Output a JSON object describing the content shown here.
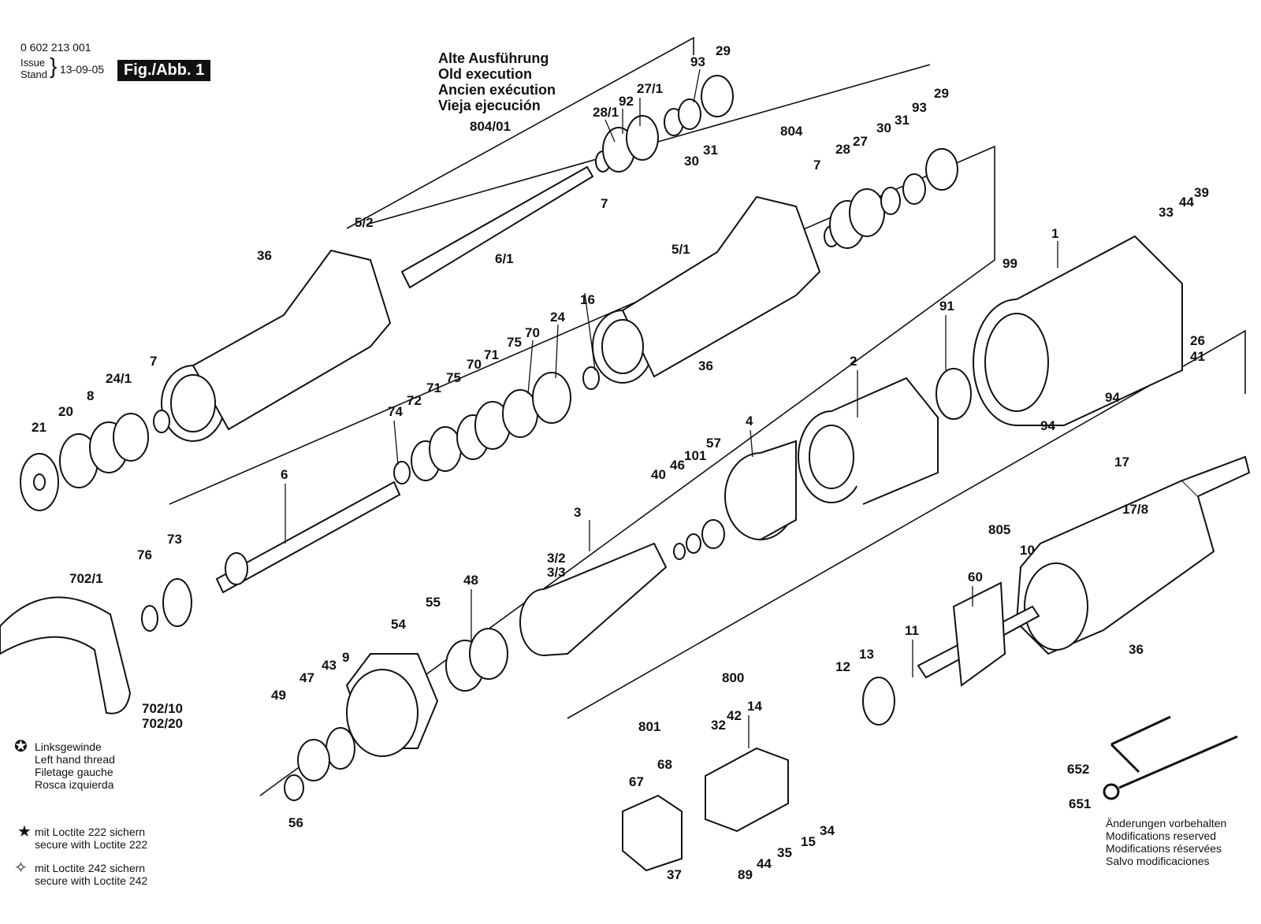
{
  "header": {
    "part_number": "0 602 213 001",
    "issue_label": "Issue",
    "stand_label": "Stand",
    "date": "13-09-05",
    "figure_label": "Fig./Abb. 1"
  },
  "old_execution": {
    "lines": [
      "Alte Ausführung",
      "Old execution",
      "Ancien exécution",
      "Vieja ejecución"
    ]
  },
  "legend": {
    "left_hand_thread": [
      "Linksgewinde",
      "Left hand thread",
      "Filetage gauche",
      "Rosca izquierda"
    ],
    "loctite_222": [
      "mit Loctite 222 sichern",
      "secure with Loctite 222"
    ],
    "loctite_242": [
      "mit Loctite 242 sichern",
      "secure with Loctite 242"
    ]
  },
  "modifications": [
    "Änderungen vorbehalten",
    "Modifications reserved",
    "Modifications réservées",
    "Salvo modificaciones"
  ],
  "callouts": [
    "93",
    "29",
    "27/1",
    "92",
    "28/1",
    "804/01",
    "7",
    "30",
    "31",
    "804",
    "28",
    "27",
    "30",
    "31",
    "93",
    "29",
    "7",
    "5/2",
    "36",
    "6/1",
    "5/1",
    "16",
    "24",
    "70",
    "75",
    "71",
    "70",
    "75",
    "71",
    "72",
    "74",
    "24/1",
    "8",
    "7",
    "20",
    "21",
    "6",
    "73",
    "76",
    "702/1",
    "702/10",
    "702/20",
    "36",
    "1",
    "99",
    "33",
    "44",
    "39",
    "91",
    "2",
    "4",
    "26",
    "41",
    "94",
    "94",
    "57",
    "101",
    "46",
    "40",
    "3",
    "3/2",
    "3/3",
    "48",
    "55",
    "54",
    "9",
    "43",
    "47",
    "49",
    "56",
    "17",
    "17/8",
    "805",
    "10",
    "60",
    "11",
    "13",
    "12",
    "36",
    "800",
    "32",
    "42",
    "14",
    "801",
    "68",
    "67",
    "37",
    "89",
    "44",
    "35",
    "15",
    "34",
    "652",
    "651"
  ]
}
